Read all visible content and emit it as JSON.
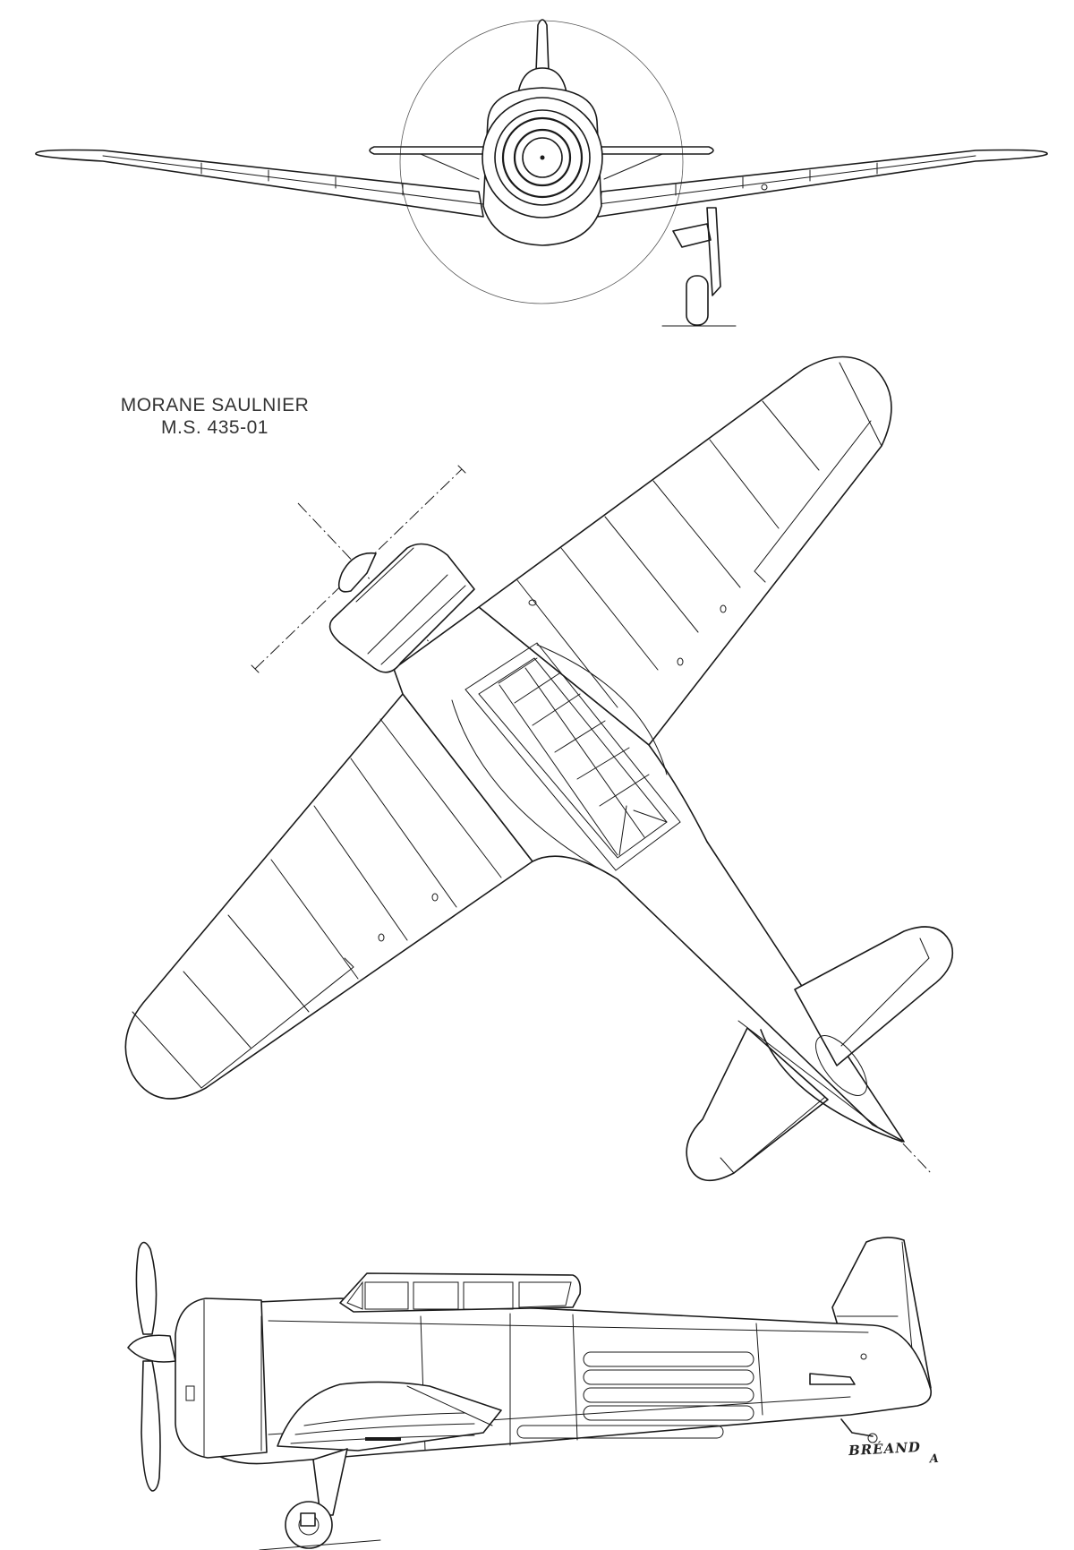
{
  "drawing": {
    "title_line1": "MORANE SAULNIER",
    "title_line2": "M.S. 435-01",
    "signature": "BRÉAND",
    "signature_initial": "A"
  },
  "views": [
    "front-view",
    "top-view",
    "side-view"
  ]
}
